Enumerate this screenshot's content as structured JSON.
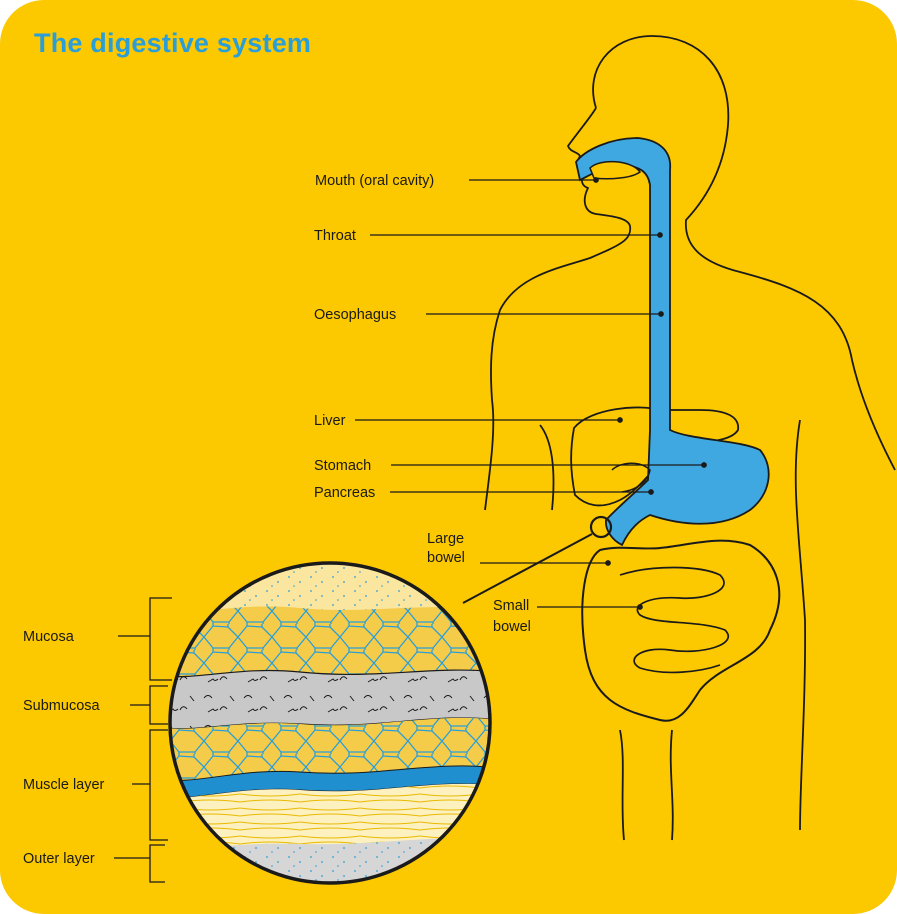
{
  "title": "The digestive system",
  "organs": {
    "mouth": "Mouth (oral cavity)",
    "throat": "Throat",
    "oesophagus": "Oesophagus",
    "liver": "Liver",
    "stomach": "Stomach",
    "pancreas": "Pancreas",
    "large_bowel_1": "Large",
    "large_bowel_2": "bowel",
    "small_bowel_1": "Small",
    "small_bowel_2": "bowel"
  },
  "layers": {
    "mucosa": "Mucosa",
    "submucosa": "Submucosa",
    "muscle": "Muscle layer",
    "outer": "Outer layer"
  },
  "colors": {
    "background": "#fcc800",
    "title": "#2a9ed8",
    "tract": "#3fa8e0"
  }
}
